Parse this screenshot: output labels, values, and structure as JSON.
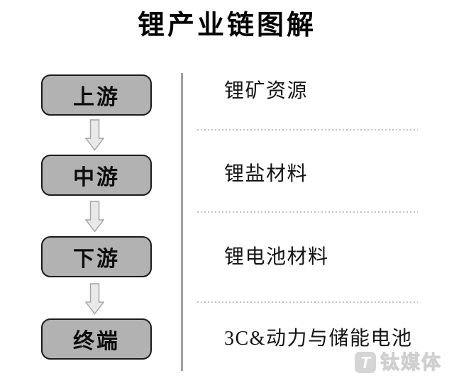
{
  "title": "锂产业链图解",
  "chain": [
    {
      "stage": "上游",
      "detail": "锂矿资源"
    },
    {
      "stage": "中游",
      "detail": "锂盐材料"
    },
    {
      "stage": "下游",
      "detail": "锂电池材料"
    },
    {
      "stage": "终端",
      "detail": "3C&动力与储能电池"
    }
  ],
  "watermark": {
    "icon_glyph": "T",
    "text": "钛媒体"
  },
  "icons": {
    "down_arrow": "down-arrow-icon",
    "logo": "tmtpost-logo-icon"
  },
  "colors": {
    "background": "#ffffff",
    "text": "#000000",
    "box_fill": "#b2b2b2",
    "box_border": "#1b1b1b",
    "arrow_fill": "#e9e9e9",
    "arrow_stroke": "#a3a3a3",
    "divider": "#a0a0a0",
    "dotted_line": "#c2c2c2",
    "watermark": "#d5d5d5"
  }
}
